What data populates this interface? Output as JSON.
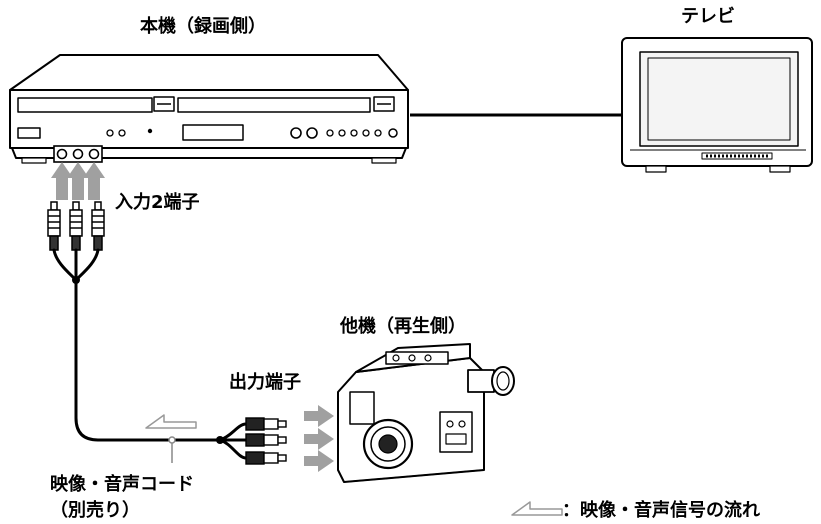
{
  "labels": {
    "recorder": "本機（録画側）",
    "tv": "テレビ",
    "input_terminal": "入力2端子",
    "player": "他機（再生側）",
    "output_terminal": "出力端子",
    "cable_line1": "映像・音声コード",
    "cable_line2": "（別売り）",
    "legend": "：映像・音声信号の流れ"
  },
  "colors": {
    "line": "#000000",
    "signal_arrow": "#a0a0a0",
    "device_fill": "#ffffff",
    "screen_fill": "#f4f4f4"
  },
  "icons": {
    "recorder": "vcr-dvd-recorder-icon",
    "tv": "television-icon",
    "player": "camcorder-icon",
    "plug": "rca-plug-icon",
    "flow": "signal-flow-arrow-icon"
  }
}
